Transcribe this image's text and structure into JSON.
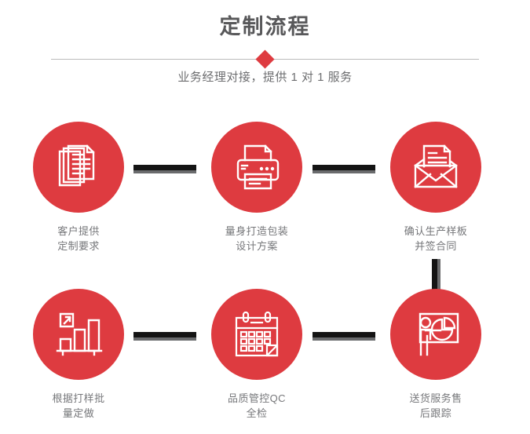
{
  "header": {
    "title": "定制流程",
    "subtitle": "业务经理对接，提供 1 对 1 服务",
    "divider_icon": "diamond-marker"
  },
  "colors": {
    "brand_red": "#de3b40",
    "title_gray": "#58585a",
    "label_gray": "#76777a",
    "divider_gray": "#bbbbbb",
    "connector_dark": "#141414",
    "connector_shadow": "#6a6b6d",
    "background": "#ffffff"
  },
  "flow": {
    "rows": [
      {
        "steps": [
          {
            "icon": "documents-stack-icon",
            "label": "客户提供\n定制要求"
          },
          {
            "icon": "printer-icon",
            "label": "量身打造包装\n设计方案"
          },
          {
            "icon": "envelope-letter-icon",
            "label": "确认生产样板\n并签合同"
          }
        ],
        "connectors": [
          "horizontal-bar",
          "horizontal-bar"
        ]
      },
      {
        "steps": [
          {
            "icon": "bar-chart-growth-icon",
            "label": "根据打样批\n量定做"
          },
          {
            "icon": "calendar-icon",
            "label": "品质管控QC\n全检"
          },
          {
            "icon": "presentation-pie-chart-icon",
            "label": "送货服务售\n后跟踪"
          }
        ],
        "connectors": [
          "horizontal-bar",
          "horizontal-bar"
        ]
      }
    ],
    "vertical_connector": "vertical-bar"
  }
}
